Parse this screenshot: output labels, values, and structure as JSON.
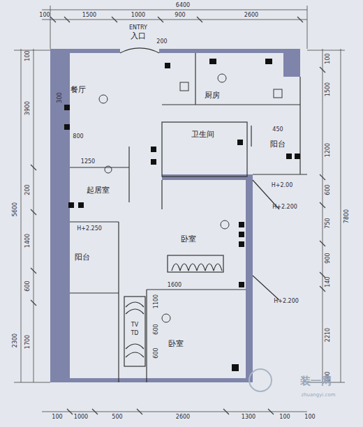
{
  "diagram": {
    "labels": [
      "6400",
      "100",
      "1500",
      "1000",
      "900",
      "2600",
      "ENTRY",
      "入口",
      "200",
      "5600",
      "3900",
      "200",
      "1400",
      "600",
      "2300",
      "1700",
      "100",
      "100",
      "1500",
      "1200",
      "600",
      "750",
      "900",
      "140",
      "2210",
      "100",
      "7800",
      "100",
      "1000",
      "500",
      "2600",
      "1300",
      "100",
      "100",
      "餐厅",
      "厨房",
      "卫生间",
      "阳台",
      "起居室",
      "卧室",
      "阳台",
      "卧室",
      "H+2.250",
      "H+2.00",
      "H+2.200",
      "H+2.200",
      "1250",
      "800",
      "1600",
      "1100",
      "600",
      "600",
      "TV",
      "TD",
      "450",
      "300",
      "装一网",
      "zhuangyi.com"
    ]
  }
}
